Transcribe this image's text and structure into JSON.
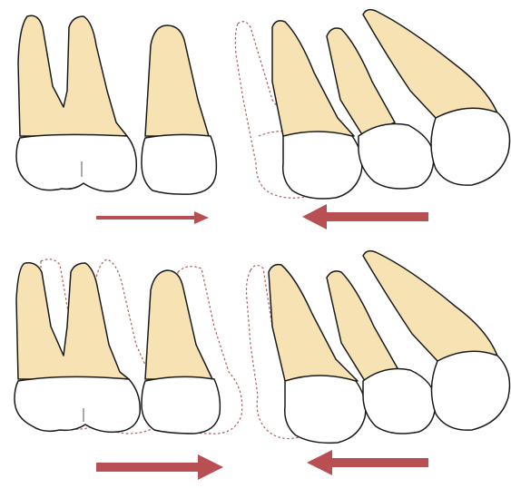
{
  "colors": {
    "root": "#f6e2b3",
    "crown": "#ffffff",
    "outline": "#1a1a1a",
    "ghost_outline": "#b05a5a",
    "arrow": "#b84f52",
    "background": "#ffffff"
  },
  "panels": [
    {
      "id": "top-left",
      "arrow": "right",
      "arrow_weight": "thin",
      "ghost_outline": false
    },
    {
      "id": "top-right",
      "arrow": "left",
      "arrow_weight": "thick",
      "ghost_outline": true
    },
    {
      "id": "bottom-left",
      "arrow": "right",
      "arrow_weight": "thick",
      "ghost_outline": true
    },
    {
      "id": "bottom-right",
      "arrow": "left",
      "arrow_weight": "thick",
      "ghost_outline": true
    }
  ]
}
